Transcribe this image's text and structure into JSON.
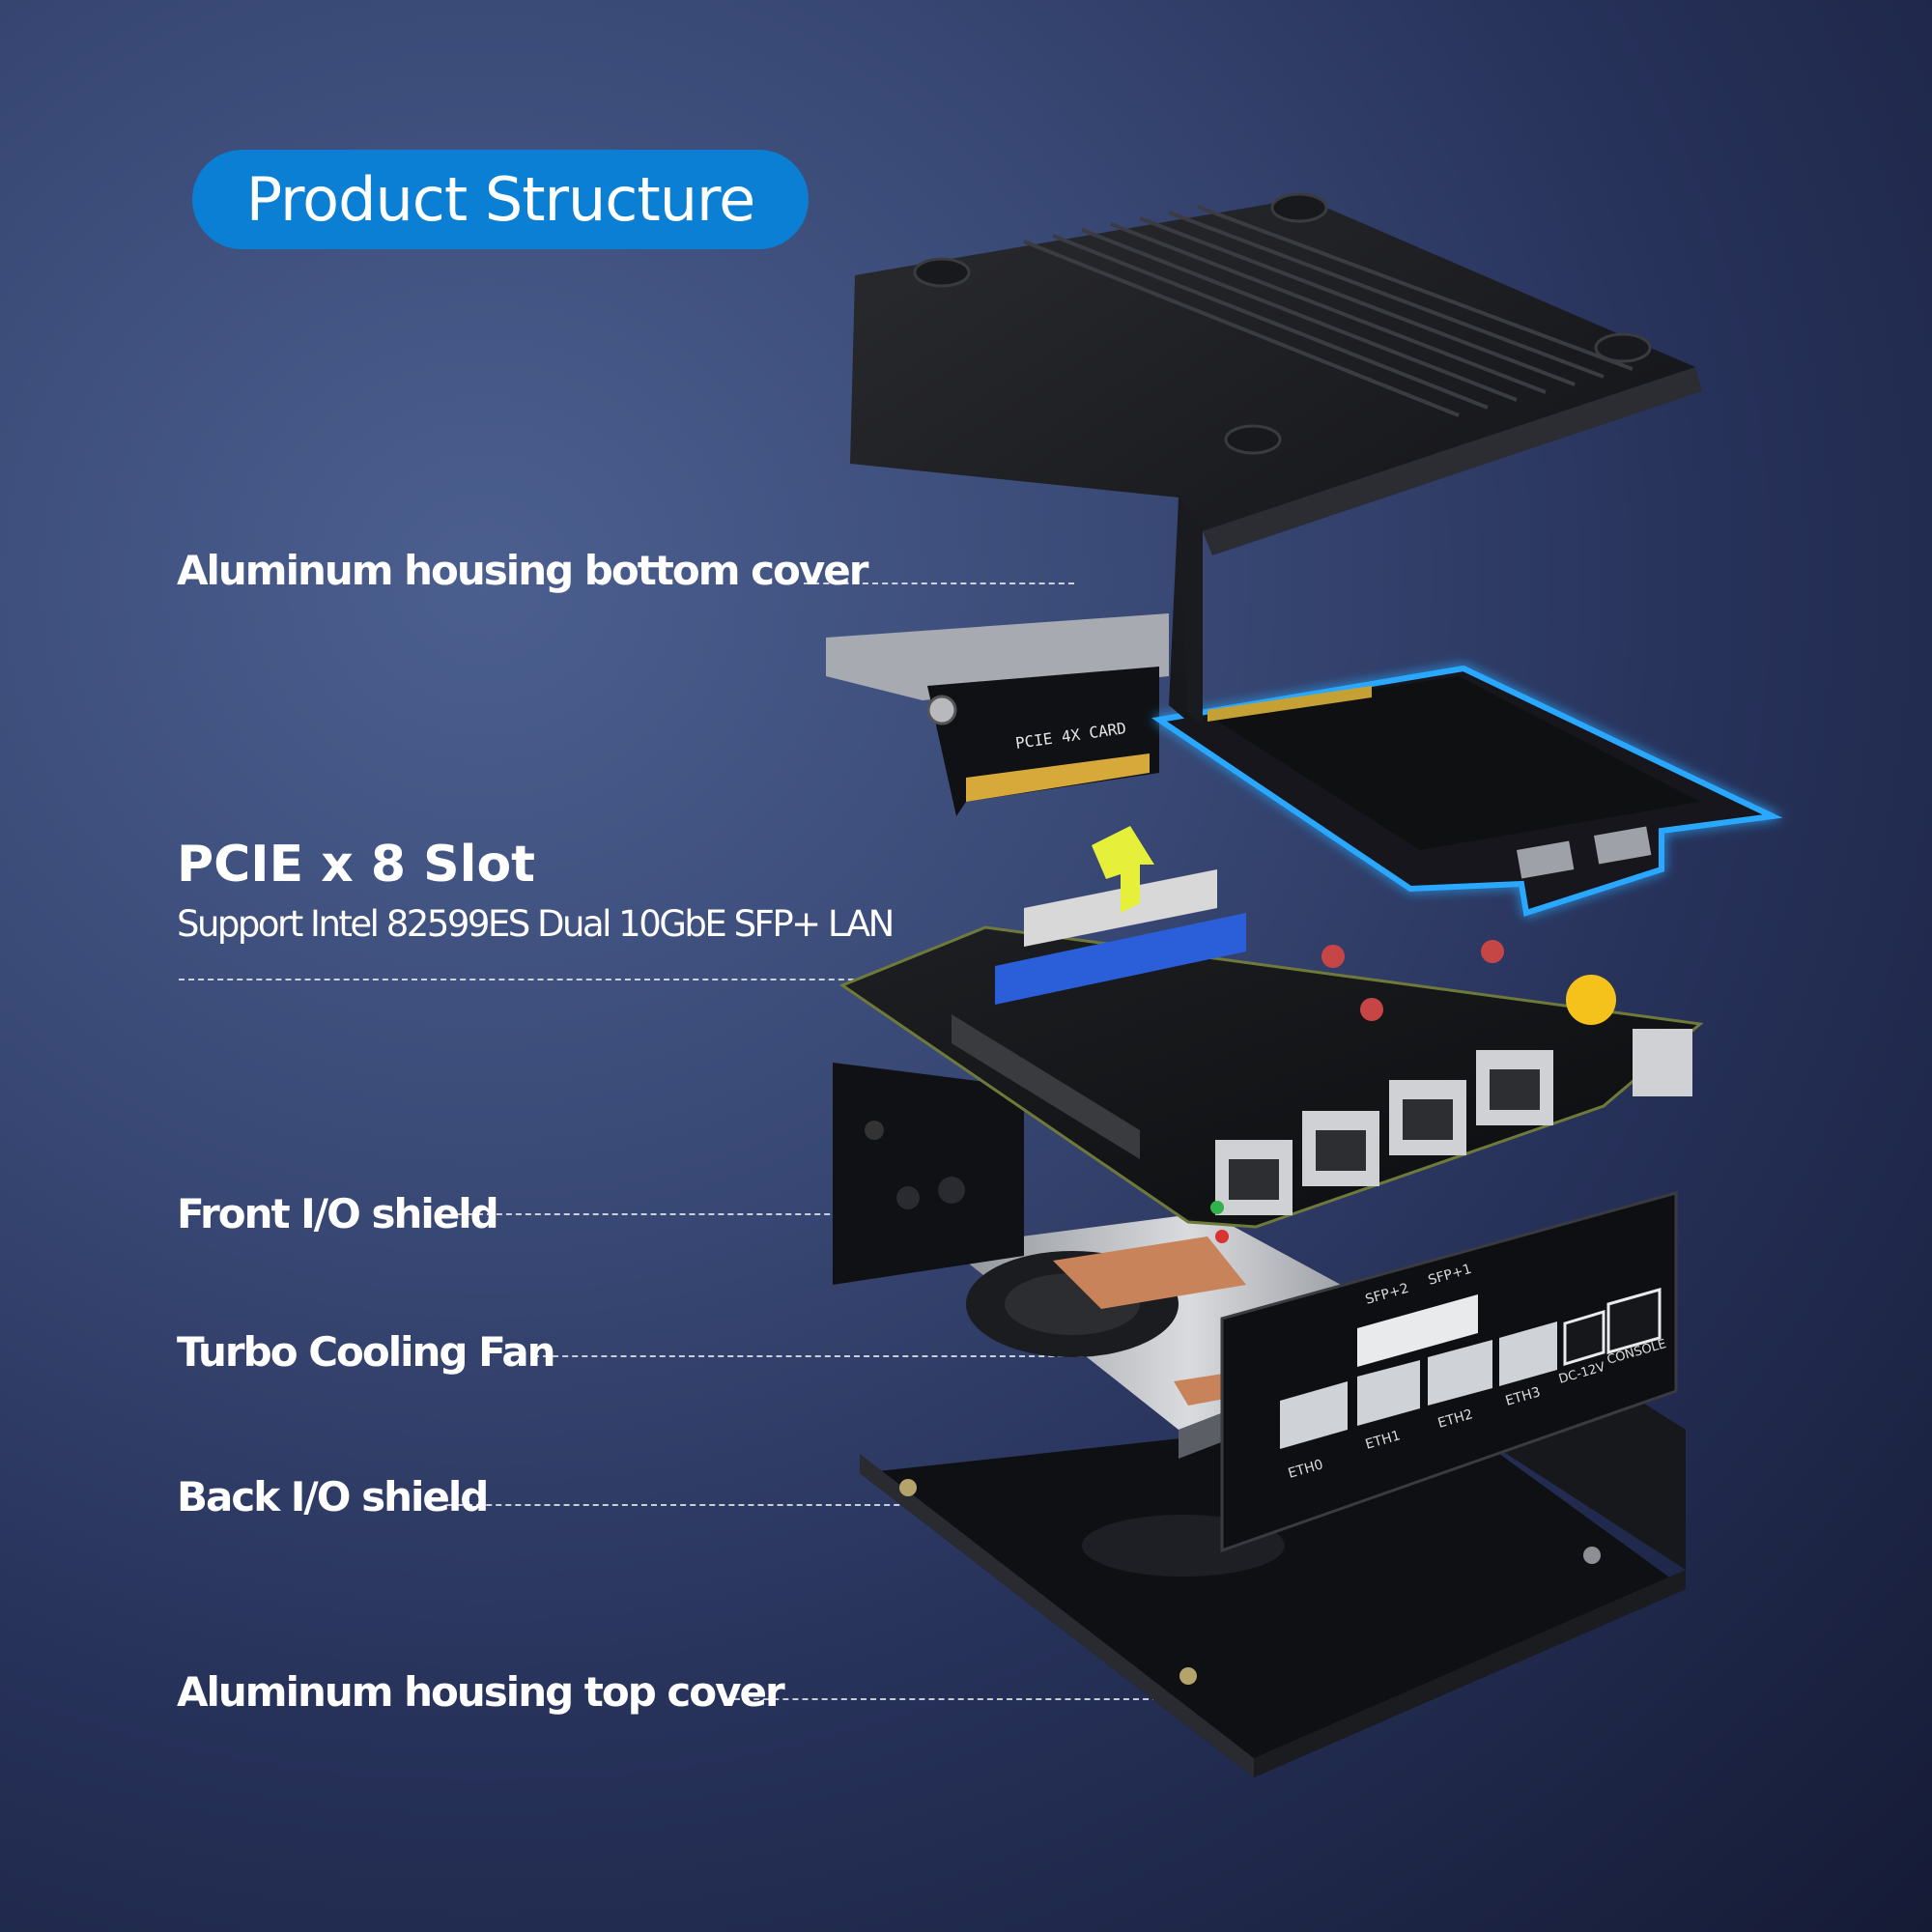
{
  "title": "Product Structure",
  "callouts": {
    "bottom_cover": "Aluminum housing bottom cover",
    "pcie_title": "PCIE x 8 Slot",
    "pcie_sub": "Support Intel 82599ES Dual 10GbE SFP+ LAN",
    "front_io": "Front I/O shield",
    "fan": "Turbo Cooling Fan",
    "back_io": "Back I/O shield",
    "top_cover": "Aluminum housing top cover"
  },
  "board_markings": {
    "riser_label": "PCIE 4X CARD",
    "port_eth0": "ETH0",
    "port_eth1": "ETH1",
    "port_eth2": "ETH2",
    "port_eth3": "ETH3",
    "port_sfp1": "SFP+1",
    "port_sfp2": "SFP+2",
    "port_dc": "DC-12V",
    "port_console": "CONSOLE"
  },
  "colors": {
    "title_pill": "#0a7fd4",
    "card_glow": "#2aa8ff",
    "gpu_slot": "#2b5fd9",
    "copper": "#c9835a"
  }
}
